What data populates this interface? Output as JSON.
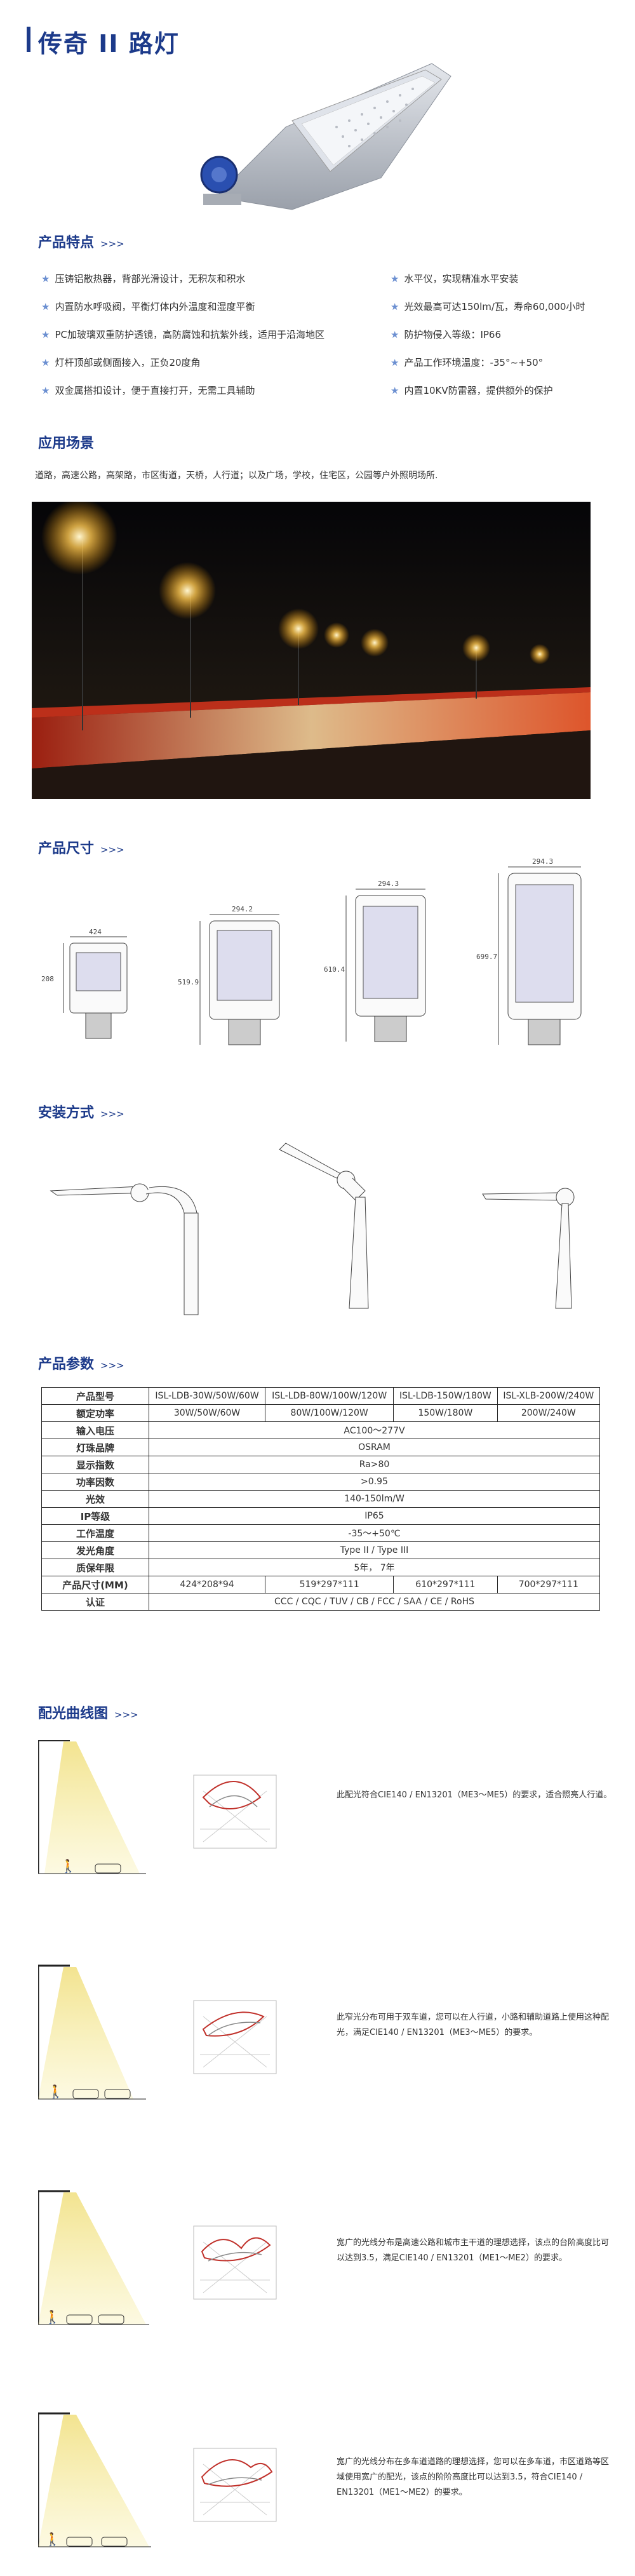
{
  "header": {
    "title": "传奇 II 路灯"
  },
  "sections": {
    "features": "产品特点",
    "application": "应用场景",
    "dimensions": "产品尺寸",
    "installation": "安装方式",
    "params": "产品参数",
    "distribution": "配光曲线图",
    "arrows": ">>>"
  },
  "features": {
    "left": [
      "压铸铝散热器，背部光滑设计，无积灰和积水",
      "内置防水呼吸阀，平衡灯体内外温度和湿度平衡",
      "PC加玻璃双重防护透镜，高防腐蚀和抗紫外线，适用于沿海地区",
      "灯杆顶部或侧面接入，正负20度角",
      "双金属搭扣设计，便于直接打开，无需工具辅助"
    ],
    "right": [
      "水平仪，实现精准水平安装",
      "光效最高可达150lm/瓦，寿命60,000小时",
      "防护物侵入等级：IP66",
      "产品工作环境温度：-35°~+50°",
      "内置10KV防雷器，提供额外的保护"
    ]
  },
  "application_text": "道路，高速公路，高架路，市区街道，天桥，人行道；以及广场，学校，住宅区，公园等户外照明场所.",
  "dimensions": {
    "d1_w": "424",
    "d1_h": "208",
    "d2_w": "294.2",
    "d2_h": "519.9",
    "d3_w": "294.3",
    "d3_h": "610.4",
    "d4_w": "294.3",
    "d4_h": "699.7"
  },
  "spec": {
    "model_label": "产品型号",
    "models": [
      "ISL-LDB-30W/50W/60W",
      "ISL-LDB-80W/100W/120W",
      "ISL-LDB-150W/180W",
      "ISL-XLB-200W/240W"
    ],
    "power_label": "额定功率",
    "powers": [
      "30W/50W/60W",
      "80W/100W/120W",
      "150W/180W",
      "200W/240W"
    ],
    "voltage_label": "输入电压",
    "voltage": "AC100～277V",
    "brand_label": "灯珠品牌",
    "brand": "OSRAM",
    "cri_label": "显示指数",
    "cri": "Ra>80",
    "pf_label": "功率因数",
    "pf": ">0.95",
    "efficacy_label": "光效",
    "efficacy": "140-150lm/W",
    "ip_label": "IP等级",
    "ip": "IP65",
    "temp_label": "工作温度",
    "temp": "-35～+50℃",
    "angle_label": "发光角度",
    "angle": "Type II / Type III",
    "warranty_label": "质保年限",
    "warranty": "5年， 7年",
    "size_label": "产品尺寸(MM)",
    "sizes": [
      "424*208*94",
      "519*297*111",
      "610*297*111",
      "700*297*111"
    ],
    "cert_label": "认证",
    "cert": "CCC / CQC / TUV / CB / FCC / SAA / CE / RoHS"
  },
  "distribution": [
    "此配光符合CIE140 / EN13201（ME3～ME5）的要求，适合照亮人行道。",
    "此窄光分布可用于双车道，您可以在人行道，小路和辅助道路上使用这种配光，满足CIE140 / EN13201（ME3～ME5）的要求。",
    "宽广的光线分布是高速公路和城市主干道的理想选择，该点的台阶高度比可以达到3.5，满足CIE140 / EN13201（ME1～ME2）的要求。",
    "宽广的光线分布在多车道道路的理想选择，您可以在多车道，市区道路等区域使用宽广的配光，该点的阶阶高度比可以达到3.5，符合CIE140 / EN13201（ME1～ME2）的要求。"
  ],
  "colors": {
    "brand": "#1c3a8a",
    "accent": "#6b8fd1",
    "lamp_body": "#c9ced6"
  }
}
